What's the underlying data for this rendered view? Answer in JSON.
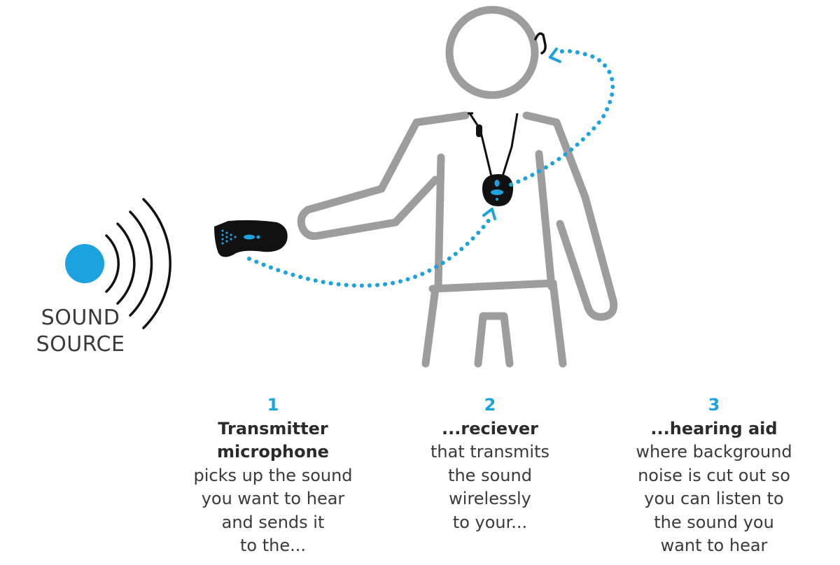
{
  "sound_source": {
    "label_line1": "SOUND",
    "label_line2": "SOURCE"
  },
  "steps": [
    {
      "number": "1",
      "title": "Transmitter\nmicrophone",
      "description": "picks up the sound\nyou want to hear\nand sends it\nto the..."
    },
    {
      "number": "2",
      "title": "...reciever",
      "description": "that transmits\nthe sound\nwirelessly\nto your..."
    },
    {
      "number": "3",
      "title": "...hearing aid",
      "description": "where background\nnoise is cut out so\nyou can listen to\nthe sound you\nwant to hear"
    }
  ],
  "colors": {
    "accent": "#1ca3df",
    "figure_outline": "#9d9d9d",
    "device": "#111111",
    "text": "#3a3a3a"
  },
  "icons": [
    "sound-source-dot",
    "sound-wave-icon",
    "transmitter-microphone-icon",
    "receiver-pendant-icon",
    "hearing-aid-icon",
    "person-figure",
    "wireless-signal-path",
    "arrow-icon"
  ]
}
